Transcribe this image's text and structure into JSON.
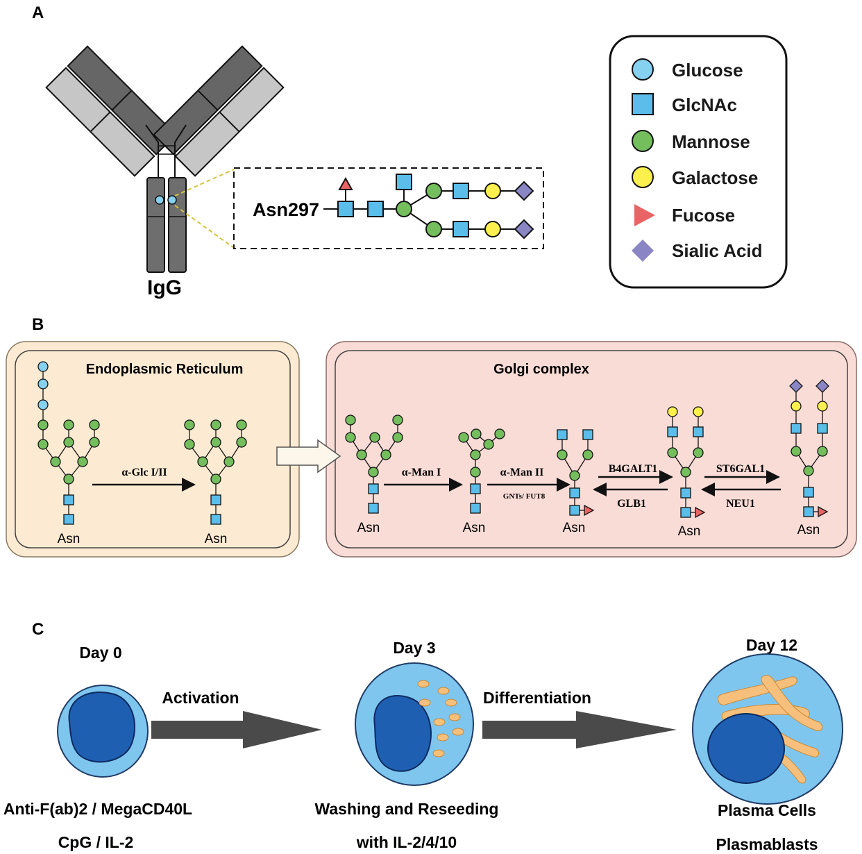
{
  "panel_labels": {
    "a": "A",
    "b": "B",
    "c": "C"
  },
  "panel_a": {
    "antibody_label": "IgG",
    "glycan_site_label": "Asn297"
  },
  "legend": [
    {
      "name": "Glucose",
      "shape": "circle",
      "color": "#86d0f0"
    },
    {
      "name": "GlcNAc",
      "shape": "square",
      "color": "#5bbde9"
    },
    {
      "name": "Mannose",
      "shape": "circle",
      "color": "#74be5e"
    },
    {
      "name": "Galactose",
      "shape": "circle",
      "color": "#fbf04e"
    },
    {
      "name": "Fucose",
      "shape": "triangle",
      "color": "#e96464"
    },
    {
      "name": "Sialic Acid",
      "shape": "diamond",
      "color": "#8a86c4"
    }
  ],
  "panel_b": {
    "er_title": "Endoplasmic Reticulum",
    "golgi_title": "Golgi complex",
    "asn_label": "Asn",
    "enzymes": {
      "glc": "α-Glc I/II",
      "man1": "α-Man I",
      "man2": "α-Man II",
      "gnt": "GNTs/ FUT8",
      "b4galt1": "B4GALT1",
      "glb1": "GLB1",
      "st6gal1": "ST6GAL1",
      "neu1": "NEU1"
    }
  },
  "panel_c": {
    "day0": "Day 0",
    "day3": "Day 3",
    "day12": "Day 12",
    "arrow1": "Activation",
    "arrow2": "Differentiation",
    "stage1_line1": "Anti-F(ab)2 / MegaCD40L",
    "stage1_line2": "CpG / IL-2",
    "stage2_line1": "Washing and Reseeding",
    "stage2_line2": "with IL-2/4/10",
    "stage3_line1": "Plasma Cells",
    "stage3_line2": "Plasmablasts"
  },
  "colors": {
    "er_fill": "#fcebd2",
    "golgi_fill": "#f9dcd6",
    "cell_outer": "#7fc6ef",
    "cell_nucleus": "#1f5fb2",
    "granule": "#f6c07c",
    "arrow_dark": "#4a4a4a"
  }
}
